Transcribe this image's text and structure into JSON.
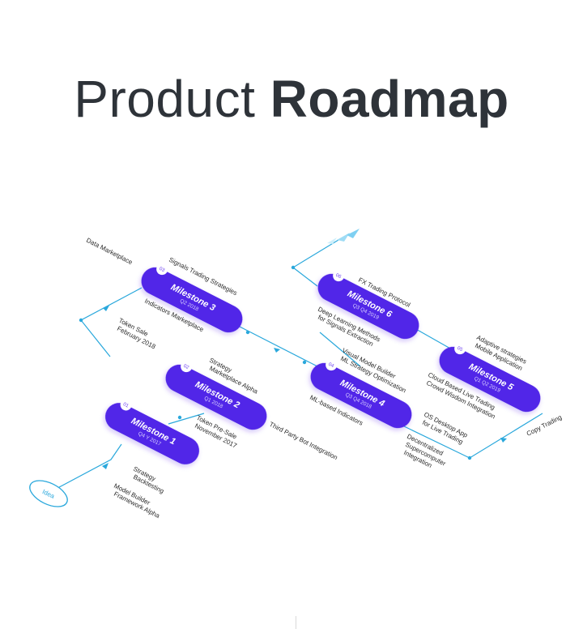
{
  "title": {
    "light": "Product",
    "bold": "Roadmap"
  },
  "colors": {
    "milestone_fill": "#5126e8",
    "line": "#2aa8dc",
    "arrow": "#9fdcf5",
    "title_text": "#2e3339"
  },
  "start": {
    "label": "Idea"
  },
  "milestones": [
    {
      "id": "m1",
      "number": "01",
      "title": "Milestone 1",
      "date": "Q4 Y 2017"
    },
    {
      "id": "m2",
      "number": "02",
      "title": "Milestone 2",
      "date": "Q1 2018"
    },
    {
      "id": "m3",
      "number": "03",
      "title": "Milestone 3",
      "date": "Q2 2018"
    },
    {
      "id": "m4",
      "number": "04",
      "title": "Milestone 4",
      "date": "Q3 Q4 2018"
    },
    {
      "id": "m5",
      "number": "05",
      "title": "Milestone 5",
      "date": "Q1 Q2 2019"
    },
    {
      "id": "m6",
      "number": "06",
      "title": "Milestone 6",
      "date": "Q3 Q4 2019"
    }
  ],
  "labels": {
    "framework_alpha": "Framework Alpha",
    "model_builder": "Model Builder",
    "backtesting": "Backtesting",
    "strategy": "Strategy",
    "token_presale": "Token Pre-Sale",
    "november_2017": "November 2017",
    "third_party_bot": "Third Party Bot Integration",
    "token_sale": "Token Sale",
    "february_2018": "February 2018",
    "strategy_marketplace": "Strategy",
    "marketplace_alpha": "Marketplace Alpha",
    "data_marketplace": "Data Marketplace",
    "signals_trading": "Signals Trading Strategies",
    "indicators_marketplace": "Indicators Marketplace",
    "ml_based": "ML-based Indicators",
    "visual_model_builder": "Visual Model Builder",
    "ml_strategy": "ML Strategy Optimization",
    "deep_learning": "Deep Learning Methods",
    "signals_extraction": "for Signals Extraction",
    "os_desktop": "OS Desktop App",
    "live_trading": "for Live Trading",
    "decentralized": "Decentralized",
    "supercomputer": "Supercomputer",
    "integration": "Integration",
    "cloud_based": "Cloud Based Live Trading",
    "crowd_wisdom": "Crowd Wisdom Integration",
    "adaptive": "Adaptive strategies",
    "mobile_app": "Mobile Application",
    "copy_trading": "Copy Trading",
    "fx_trading": "FX Trading Protocol"
  }
}
